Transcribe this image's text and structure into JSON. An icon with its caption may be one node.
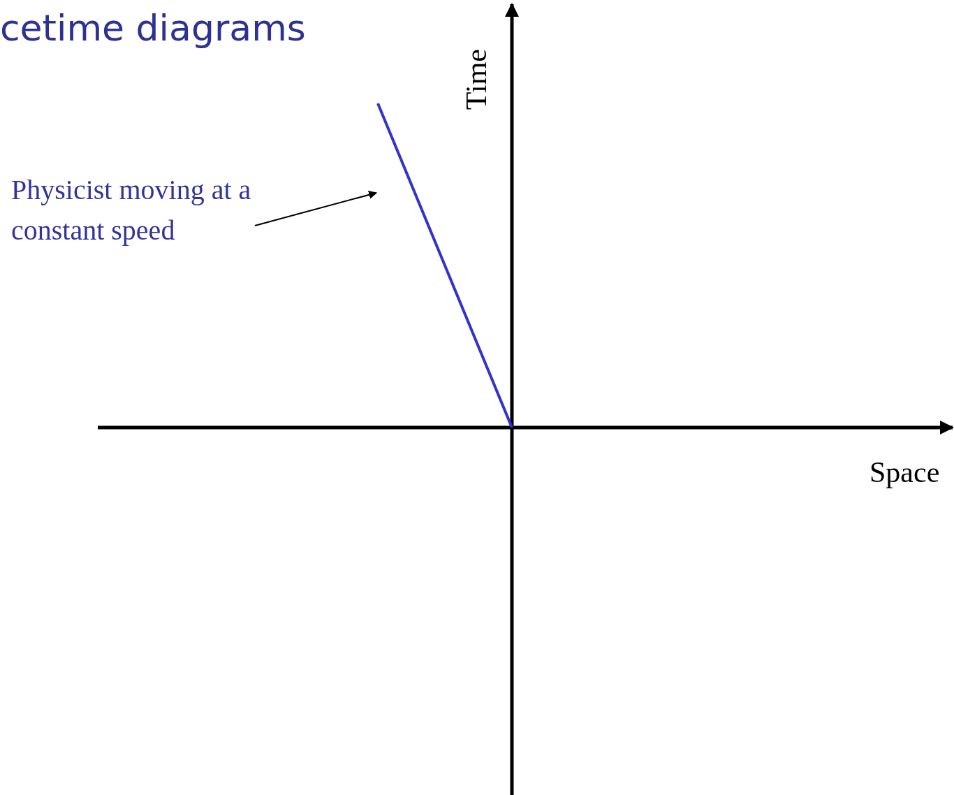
{
  "diagram": {
    "title": "cetime diagrams",
    "nodes": [
      {
        "text": [
          "Physicist moving at a constant speed"
        ]
      },
      {
        "text": [],
        "shape": "line"
      }
    ],
    "edges": [
      {
        "from": 0,
        "to": 1,
        "arrow": "to"
      }
    ],
    "labels": [
      "Time",
      "Space"
    ]
  }
}
